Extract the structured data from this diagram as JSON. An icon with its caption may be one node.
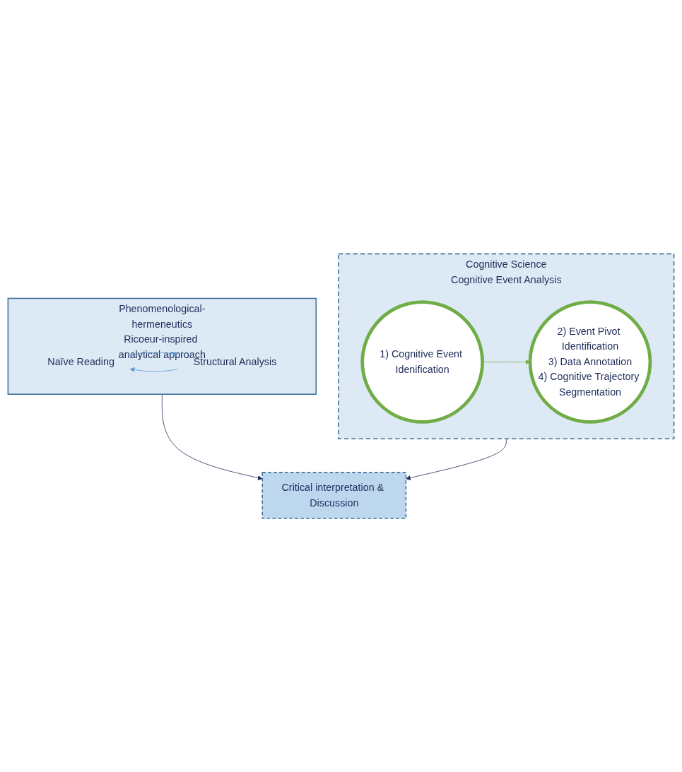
{
  "diagram": {
    "nodes": [
      {
        "text": [
          "Phenomenological-hermeneutics",
          "Ricoeur-inspired analytical approach"
        ]
      },
      {
        "text": [
          "Naïve Reading"
        ],
        "in": 0
      },
      {
        "text": [
          "Structural Analysis"
        ],
        "in": 0
      },
      {
        "text": [
          "Cognitive Science",
          "Cognitive Event Analysis"
        ]
      },
      {
        "text": [
          "1) Cognitive Event Idenification"
        ],
        "in": 3
      },
      {
        "text": [
          "2) Event Pivot Identification",
          "3) Data Annotation",
          "4) Cognitive Trajectory Segmentation"
        ],
        "in": 3
      },
      {
        "text": [
          "Critical interpretation & Discussion"
        ]
      }
    ],
    "edges": [
      {
        "from": 1,
        "to": 2,
        "arrow": "to",
        "color": "#5b9bd5"
      },
      {
        "from": 2,
        "to": 1,
        "arrow": "to",
        "color": "#5b9bd5"
      },
      {
        "from": 4,
        "to": 5,
        "arrow": "to",
        "color": "#70ad47"
      },
      {
        "from": 0,
        "to": 6,
        "arrow": "to",
        "color": "#1f2d5a"
      },
      {
        "from": 3,
        "to": 6,
        "arrow": "to",
        "color": "#1f2d5a"
      }
    ]
  }
}
